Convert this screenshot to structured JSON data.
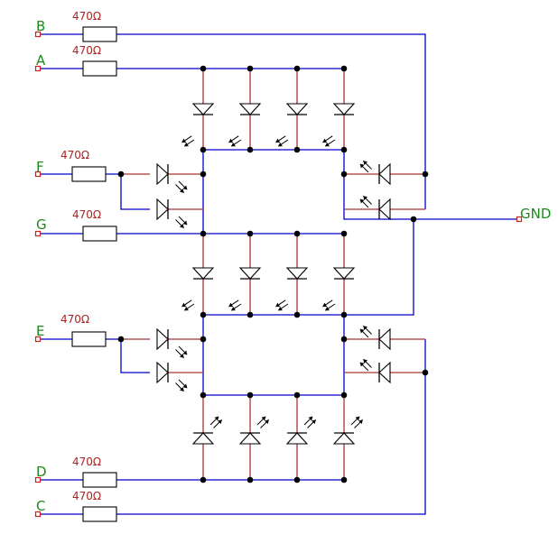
{
  "labels": {
    "B": "B",
    "A": "A",
    "F": "F",
    "G": "G",
    "E": "E",
    "D": "D",
    "C": "C",
    "GND": "GND"
  },
  "resistor_value": "470Ω"
}
